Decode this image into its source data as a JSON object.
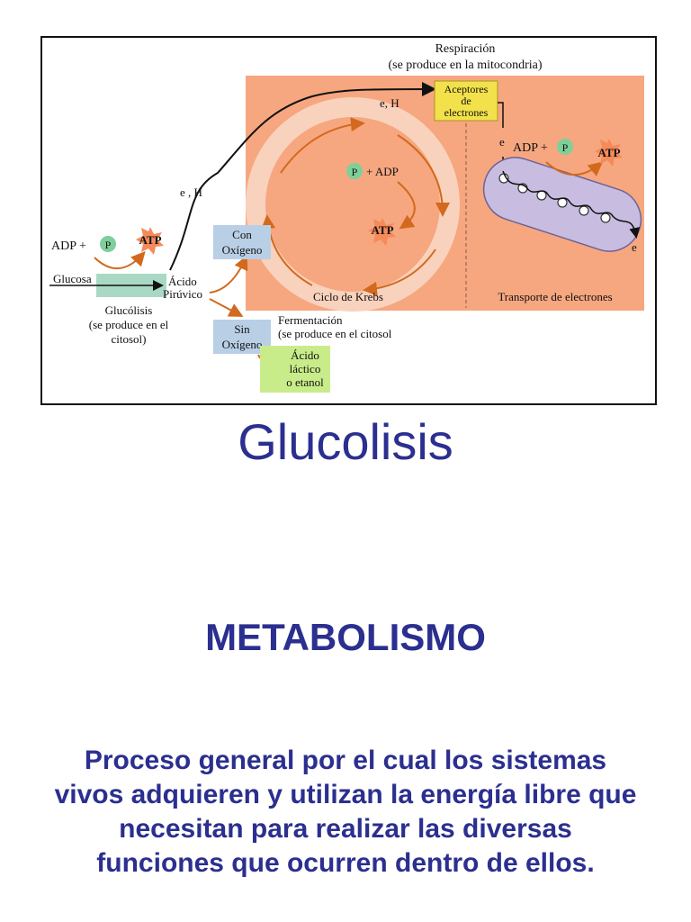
{
  "diagram": {
    "respiration_title": "Respiración",
    "respiration_note": "(se produce en la mitocondria)",
    "e_h_top": "e, H",
    "e_h_mid": "e , H",
    "acceptors": [
      "Aceptores",
      "de",
      "electrones"
    ],
    "e_label": "e",
    "e_label_end": "e",
    "adp_plus": "ADP +",
    "p_symbol": "P",
    "atp": "ATP",
    "p_plus_adp": "+ ADP",
    "glucose": "Glucosa",
    "pyruvic": [
      "Ácido",
      "Pirúvico"
    ],
    "glycolysis": "Glucólisis",
    "glycolysis_note": [
      "(se produce en el",
      "citosol)"
    ],
    "with_oxygen": [
      "Con",
      "Oxígeno"
    ],
    "without_oxygen": [
      "Sin",
      "Oxígeno"
    ],
    "krebs": "Ciclo de Krebs",
    "electron_transport": "Transporte de electrones",
    "fermentation": "Fermentación",
    "fermentation_note": "(se produce en el citosol",
    "lactic": [
      "Ácido",
      "láctico",
      "o etanol"
    ]
  },
  "slide": {
    "title": "Glucolisis",
    "subtitle": "METABOLISMO",
    "body": "Proceso general por el cual los sistemas vivos adquieren y utilizan la energía libre que necesitan para realizar las diversas funciones que ocurren dentro de ellos."
  },
  "colors": {
    "heading": "#2b2f8f",
    "mitochondria": "#f6a77f",
    "krebs_ring": "#f9d2bd",
    "arrow": "#d2691e",
    "atp_star": "#f58a5a",
    "p_circle": "#7fcf9a",
    "acceptor_box": "#f2e14a",
    "oxygen_box": "#b9cfe6",
    "lactic_box": "#c9ec8a",
    "glycolysis_band": "#a9d9c5",
    "transport_body": "#c8bde0"
  }
}
